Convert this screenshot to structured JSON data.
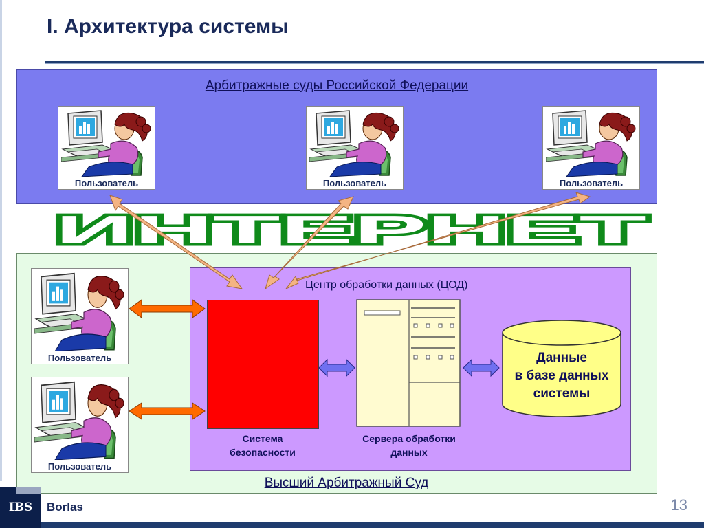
{
  "slide": {
    "title": "I. Архитектура системы",
    "page_number": "13",
    "company": "Borlas",
    "logo_text": "IBS"
  },
  "regional_courts": {
    "title": "Арбитражные суды Российской Федерации",
    "users": [
      "Пользователь",
      "Пользователь",
      "Пользователь"
    ]
  },
  "internet_label": "ИНТЕРНЕТ",
  "supreme_court": {
    "title": "Высший Арбитражный Суд",
    "users": [
      "Пользователь",
      "Пользователь"
    ],
    "data_center": {
      "title": "Центр обработки данных (ЦОД)",
      "security_caption": [
        "Система",
        "безопасности"
      ],
      "servers_caption": [
        "Сервера обработки",
        "данных"
      ],
      "database_caption": [
        "Данные",
        "в базе данных",
        "системы"
      ]
    }
  },
  "colors": {
    "regional_box": "#7b7bf0",
    "supreme_box": "#e6fbe6",
    "data_center_box": "#cc99ff",
    "security_block": "#ff0000",
    "database": "#ffff88",
    "internet_arrows": "#f4b483",
    "local_arrows": "#ff6a00",
    "inner_arrows": "#7070f0"
  },
  "icons": [
    "user-at-computer-icon",
    "server-rack-icon",
    "database-cylinder-icon"
  ]
}
